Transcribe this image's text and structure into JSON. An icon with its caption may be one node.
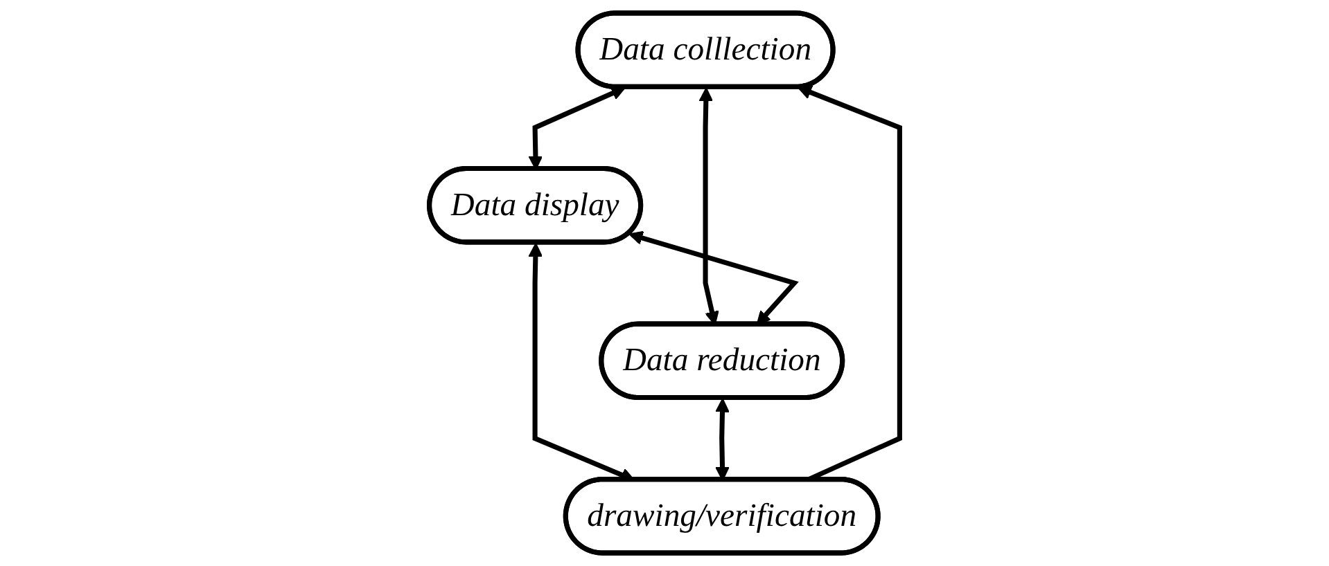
{
  "diagram": {
    "nodes": [
      {
        "text": [
          "Data colllection"
        ]
      },
      {
        "text": [
          "Data display"
        ]
      },
      {
        "text": [
          "Data reduction"
        ]
      },
      {
        "text": [
          "drawing/verification"
        ]
      }
    ],
    "edges": [
      {
        "from": 0,
        "to": 1,
        "arrow": "both"
      },
      {
        "from": 0,
        "to": 2,
        "arrow": "both"
      },
      {
        "from": 1,
        "to": 2,
        "arrow": "both"
      },
      {
        "from": 1,
        "to": 3,
        "arrow": "both"
      },
      {
        "from": 2,
        "to": 3,
        "arrow": "both"
      },
      {
        "from": 3,
        "to": 0,
        "arrow": "to"
      }
    ]
  }
}
